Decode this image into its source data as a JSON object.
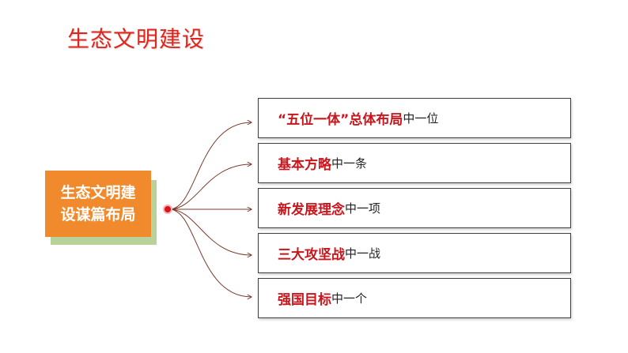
{
  "title": "生态文明建设",
  "center": {
    "line1": "生态文明建",
    "line2": "设谋篇布局"
  },
  "items": [
    {
      "key": "“五位一体”总体布局",
      "rest": "中一位"
    },
    {
      "key": "基本方略",
      "rest": "中一条"
    },
    {
      "key": "新发展理念",
      "rest": "中一项"
    },
    {
      "key": "三大攻坚战",
      "rest": "中一战"
    },
    {
      "key": "强国目标",
      "rest": "中一个"
    }
  ],
  "colors": {
    "title": "#e0261d",
    "center_fill": "#f08a2c",
    "center_shadow": "#b7d39a",
    "keyword": "#c8161d",
    "connector": "#7a3b2e",
    "hub_dot": "#d9141b"
  }
}
